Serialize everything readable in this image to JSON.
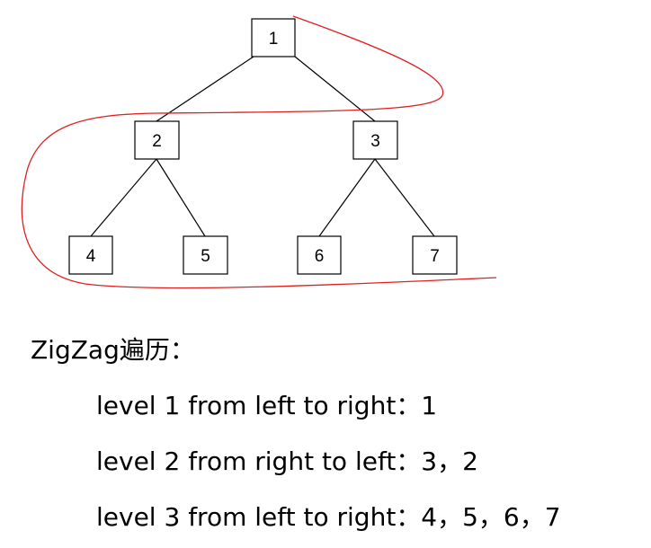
{
  "tree": {
    "nodes": [
      {
        "id": "n1",
        "label": "1"
      },
      {
        "id": "n2",
        "label": "2"
      },
      {
        "id": "n3",
        "label": "3"
      },
      {
        "id": "n4",
        "label": "4"
      },
      {
        "id": "n5",
        "label": "5"
      },
      {
        "id": "n6",
        "label": "6"
      },
      {
        "id": "n7",
        "label": "7"
      }
    ],
    "edges": [
      {
        "from": "n1",
        "to": "n2"
      },
      {
        "from": "n1",
        "to": "n3"
      },
      {
        "from": "n2",
        "to": "n4"
      },
      {
        "from": "n2",
        "to": "n5"
      },
      {
        "from": "n3",
        "to": "n6"
      },
      {
        "from": "n3",
        "to": "n7"
      }
    ],
    "traversal_color": "#e02020",
    "node_border_color": "#000000"
  },
  "caption": {
    "title": "ZigZag遍历：",
    "levels": [
      "level 1  from left to right：1",
      "level 2  from right to left：3，2",
      "level 3  from left to right：4，5，6，7"
    ]
  }
}
